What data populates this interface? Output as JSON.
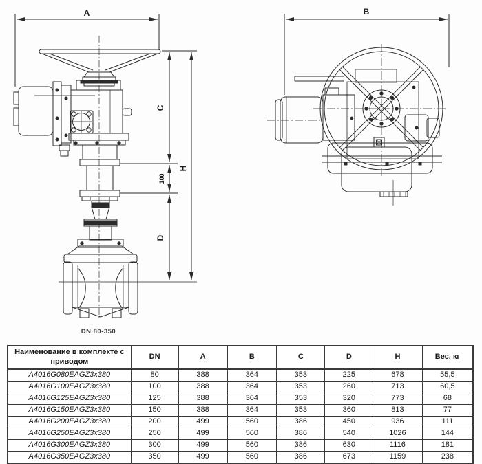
{
  "drawing": {
    "front_view": {
      "dim_a": "A",
      "dim_c": "C",
      "dim_spacer": "100",
      "dim_d": "D",
      "dim_h": "H",
      "caption": "DN 80-350"
    },
    "side_view": {
      "dim_b": "B"
    }
  },
  "table": {
    "headers": [
      "Наименование в комплекте с приводом",
      "DN",
      "A",
      "B",
      "C",
      "D",
      "H",
      "Вес, кг"
    ],
    "rows": [
      [
        "A4016G080EAGZ3x380",
        "80",
        "388",
        "364",
        "353",
        "225",
        "678",
        "55,5"
      ],
      [
        "A4016G100EAGZ3x380",
        "100",
        "388",
        "364",
        "353",
        "260",
        "713",
        "60,5"
      ],
      [
        "A4016G125EAGZ3x380",
        "125",
        "388",
        "364",
        "353",
        "320",
        "773",
        "68"
      ],
      [
        "A4016G150EAGZ3x380",
        "150",
        "388",
        "364",
        "353",
        "360",
        "813",
        "77"
      ],
      [
        "A4016G200EAGZ3x380",
        "200",
        "499",
        "560",
        "386",
        "450",
        "936",
        "111"
      ],
      [
        "A4016G250EAGZ3x380",
        "250",
        "499",
        "560",
        "386",
        "540",
        "1026",
        "144"
      ],
      [
        "A4016G300EAGZ3x380",
        "300",
        "499",
        "560",
        "386",
        "630",
        "1116",
        "181"
      ],
      [
        "A4016G350EAGZ3x380",
        "350",
        "499",
        "560",
        "386",
        "673",
        "1159",
        "238"
      ]
    ]
  },
  "colors": {
    "line": "#2b2b2b",
    "table_border": "#3a3a3a"
  }
}
